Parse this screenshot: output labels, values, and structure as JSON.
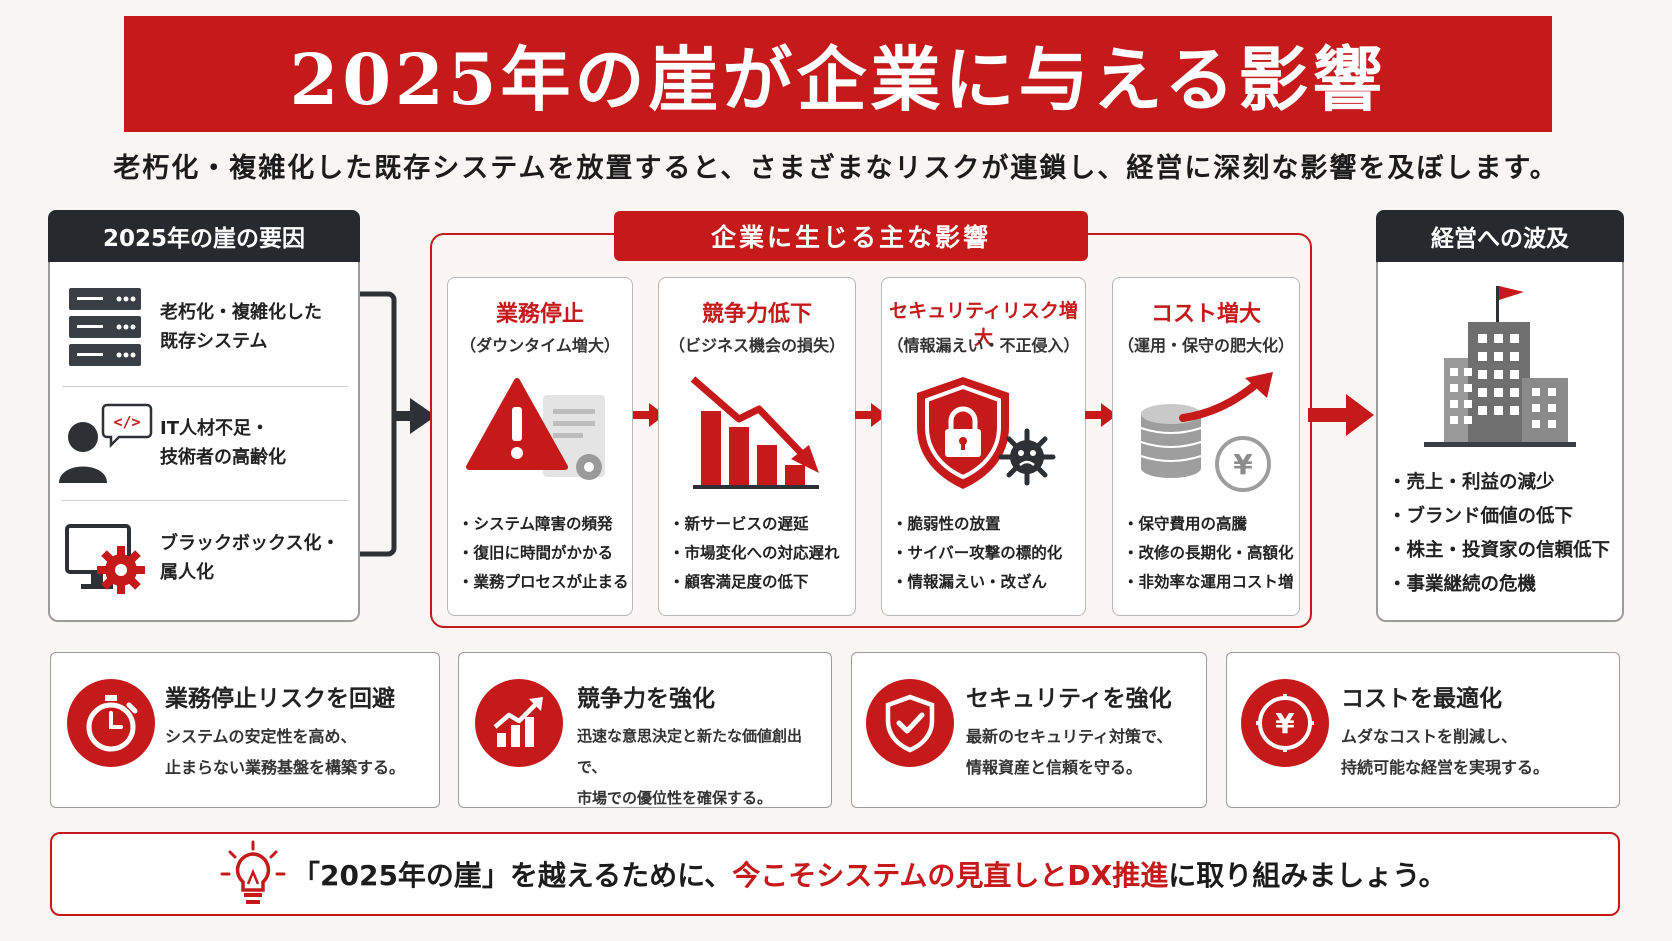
{
  "title": "2025年の崖が企業に与える影響",
  "subtitle": "老朽化・複雑化した既存システムを放置すると、さまざまなリスクが連鎖し、経営に深刻な影響を及ぼします。",
  "causes": {
    "heading": "2025年の崖の要因",
    "items": [
      {
        "text": "老朽化・複雑化した\n既存システム",
        "icon": "server-icon"
      },
      {
        "text": "IT人材不足・\n技術者の高齢化",
        "icon": "person-code-icon"
      },
      {
        "text": "ブラックボックス化・\n属人化",
        "icon": "monitor-gear-icon"
      }
    ]
  },
  "impacts": {
    "heading": "企業に生じる主な影響",
    "cards": [
      {
        "title": "業務停止",
        "subtitle": "（ダウンタイム増大）",
        "icon": "warning-icon",
        "items": [
          "・システム障害の頻発",
          "・復旧に時間がかかる",
          "・業務プロセスが止まる"
        ]
      },
      {
        "title": "競争力低下",
        "subtitle": "（ビジネス機会の損失）",
        "icon": "declining-chart-icon",
        "items": [
          "・新サービスの遅延",
          "・市場変化への対応遅れ",
          "・顧客満足度の低下"
        ]
      },
      {
        "title": "セキュリティリスク増大",
        "subtitle": "（情報漏えい・不正侵入）",
        "icon": "shield-lock-icon",
        "items": [
          "・脆弱性の放置",
          "・サイバー攻撃の標的化",
          "・情報漏えい・改ざん"
        ]
      },
      {
        "title": "コスト増大",
        "subtitle": "（運用・保守の肥大化）",
        "icon": "coins-yen-icon",
        "items": [
          "・保守費用の高騰",
          "・改修の長期化・高額化",
          "・非効率な運用コスト増"
        ]
      }
    ]
  },
  "results": {
    "heading": "経営への波及",
    "icon": "building-icon",
    "items": [
      "・売上・利益の減少",
      "・ブランド価値の低下",
      "・株主・投資家の信頼低下",
      "・事業継続の危機"
    ]
  },
  "solutions": [
    {
      "title": "業務停止リスクを回避",
      "desc": "システムの安定性を高め、\n止まらない業務基盤を構築する。",
      "icon": "stopwatch-icon"
    },
    {
      "title": "競争力を強化",
      "desc": "迅速な意思決定と新たな価値創出で、\n市場での優位性を確保する。",
      "icon": "growth-chart-icon"
    },
    {
      "title": "セキュリティを強化",
      "desc": "最新のセキュリティ対策で、\n情報資産と信頼を守る。",
      "icon": "shield-check-icon"
    },
    {
      "title": "コストを最適化",
      "desc": "ムダなコストを削減し、\n持続可能な経営を実現する。",
      "icon": "yen-icon"
    }
  ],
  "call_to_action": {
    "prefix": "「2025年の崖」を越えるために、",
    "highlight": "今こそシステムの見直しとDX推進",
    "suffix": "に取り組みましょう。",
    "icon": "lightbulb-icon"
  },
  "colors": {
    "accent": "#c5191a",
    "dark": "#262a2f",
    "background": "#f7f6f3"
  }
}
